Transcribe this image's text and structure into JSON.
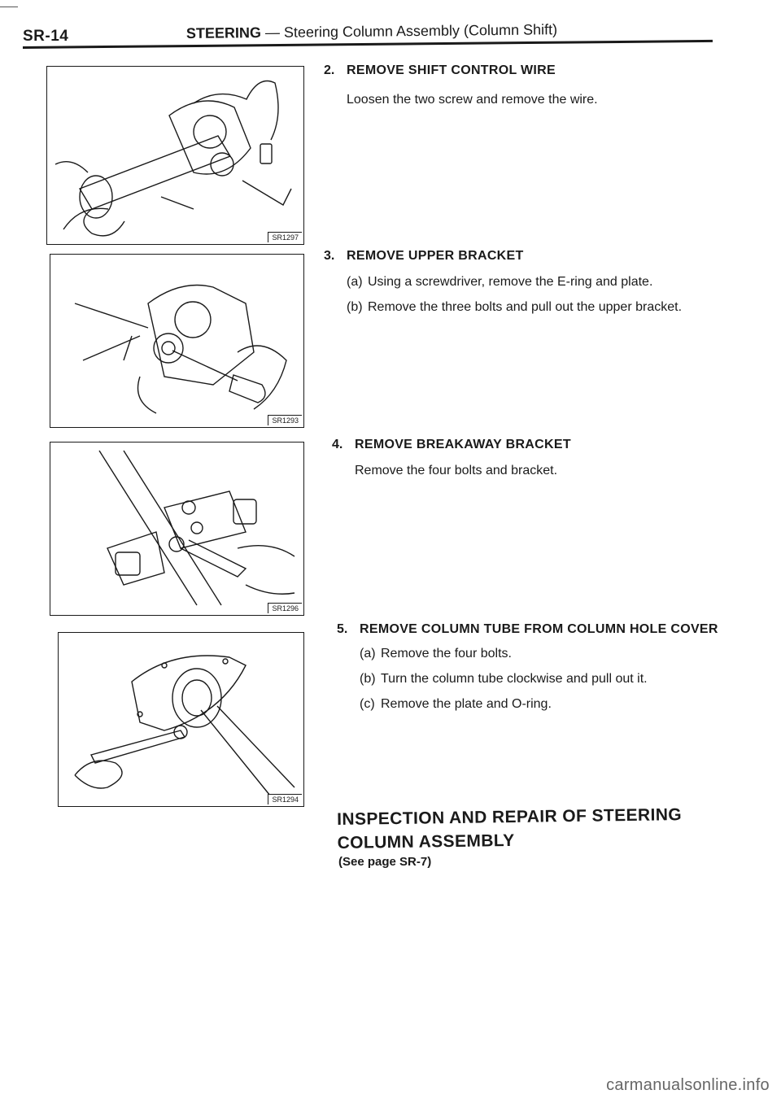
{
  "header": {
    "page_id": "SR-14",
    "section": "STEERING",
    "subtitle": "— Steering Column Assembly (Column Shift)"
  },
  "figures": [
    {
      "code": "SR1297"
    },
    {
      "code": "SR1293"
    },
    {
      "code": "SR1296"
    },
    {
      "code": "SR1294"
    }
  ],
  "steps": [
    {
      "number": "2.",
      "heading": "REMOVE SHIFT CONTROL WIRE",
      "text": "Loosen the two screw and remove the wire."
    },
    {
      "number": "3.",
      "heading": "REMOVE UPPER BRACKET",
      "items": [
        {
          "label": "(a)",
          "text": "Using a screwdriver, remove the E-ring and plate."
        },
        {
          "label": "(b)",
          "text": "Remove the three bolts and pull out the upper bracket."
        }
      ]
    },
    {
      "number": "4.",
      "heading": "REMOVE BREAKAWAY BRACKET",
      "text": "Remove the four bolts and bracket."
    },
    {
      "number": "5.",
      "heading": "REMOVE COLUMN TUBE FROM COLUMN HOLE COVER",
      "items": [
        {
          "label": "(a)",
          "text": "Remove the four bolts."
        },
        {
          "label": "(b)",
          "text": "Turn the column tube clockwise and pull out it."
        },
        {
          "label": "(c)",
          "text": "Remove the plate and O-ring."
        }
      ]
    }
  ],
  "inspection": {
    "title_line1": "INSPECTION AND REPAIR OF STEERING",
    "title_line2": "COLUMN ASSEMBLY",
    "see_page": "(See page SR-7)"
  },
  "watermark": "carmanualsonline.info"
}
